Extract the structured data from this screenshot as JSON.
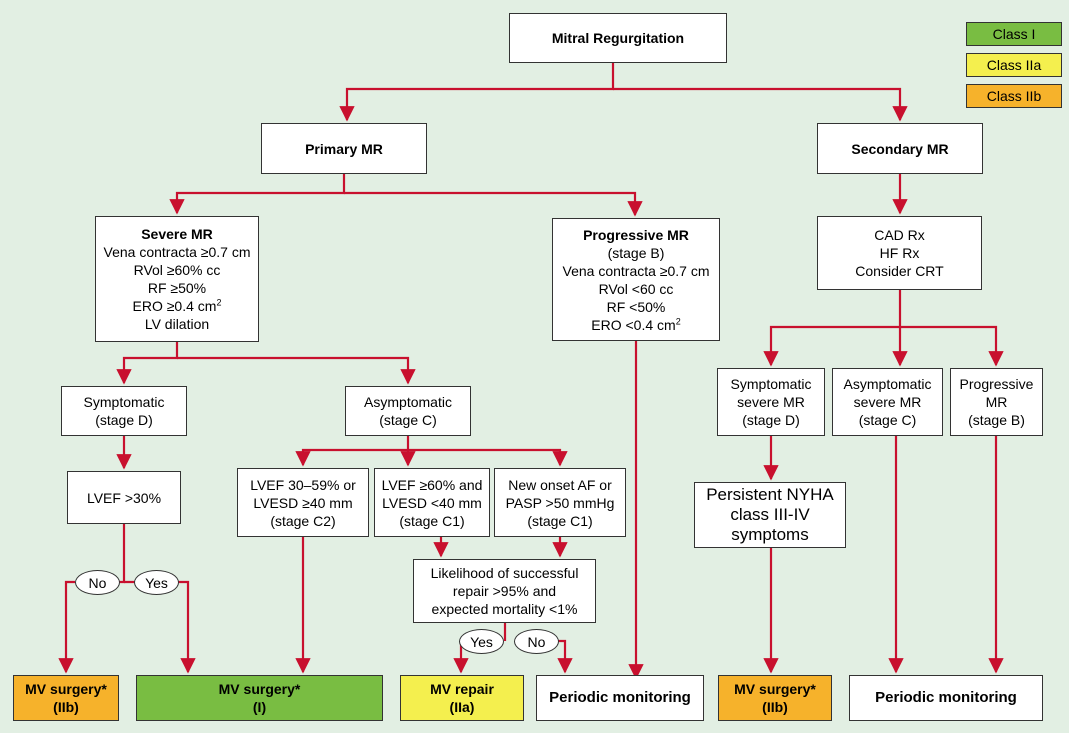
{
  "colors": {
    "wire": "#c8102e",
    "background": "#e2efe3",
    "class_I": "#79bd42",
    "class_IIa": "#f4ef4e",
    "class_IIb": "#f6b22b"
  },
  "legend": {
    "class_I": "Class I",
    "class_IIa": "Class IIa",
    "class_IIb": "Class IIb"
  },
  "root": "Mitral Regurgitation",
  "primary": "Primary MR",
  "secondary": "Secondary MR",
  "severe": {
    "title": "Severe MR",
    "l1": "Vena contracta ≥0.7 cm",
    "l2": "RVol ≥60% cc",
    "l3": "RF ≥50%",
    "l4": "ERO ≥0.4 cm",
    "l4_sup": "2",
    "l5": "LV dilation"
  },
  "progressive": {
    "title": "Progressive MR",
    "l1": "(stage B)",
    "l2": "Vena contracta ≥0.7 cm",
    "l3": "RVol <60 cc",
    "l4": "RF <50%",
    "l5": "ERO <0.4 cm",
    "l5_sup": "2"
  },
  "secondary_rx": {
    "l1": "CAD Rx",
    "l2": "HF Rx",
    "l3": "Consider CRT"
  },
  "symptomatic_d": {
    "l1": "Symptomatic",
    "l2": "(stage D)"
  },
  "asymptomatic_c": {
    "l1": "Asymptomatic",
    "l2": "(stage C)"
  },
  "lvef30": "LVEF >30%",
  "c2": {
    "l1": "LVEF 30–59% or",
    "l2": "LVESD ≥40 mm",
    "l3": "(stage C2)"
  },
  "c1a": {
    "l1": "LVEF ≥60% and",
    "l2": "LVESD <40 mm",
    "l3": "(stage C1)"
  },
  "c1b": {
    "l1": "New onset AF or",
    "l2": "PASP >50 mmHg",
    "l3": "(stage C1)"
  },
  "likelihood": {
    "l1": "Likelihood of successful",
    "l2": "repair >95% and",
    "l3": "expected mortality <1%"
  },
  "sec_symptomatic": {
    "l1": "Symptomatic",
    "l2": "severe MR",
    "l3": "(stage D)"
  },
  "sec_asymptomatic": {
    "l1": "Asymptomatic",
    "l2": "severe MR",
    "l3": "(stage C)"
  },
  "sec_progressive": {
    "l1": "Progressive",
    "l2": "MR",
    "l3": "(stage B)"
  },
  "nyha": {
    "l1": "Persistent NYHA",
    "l2": "class III-IV",
    "l3": "symptoms"
  },
  "ovals": {
    "no1": "No",
    "yes1": "Yes",
    "yes2": "Yes",
    "no2": "No"
  },
  "outcomes": {
    "o1": {
      "l1": "MV surgery*",
      "l2": "(IIb)"
    },
    "o2": {
      "l1": "MV surgery*",
      "l2": "(I)"
    },
    "o3": {
      "l1": "MV repair",
      "l2": "(IIa)"
    },
    "o4": {
      "l1": "Periodic monitoring"
    },
    "o5": {
      "l1": "MV surgery*",
      "l2": "(IIb)"
    },
    "o6": {
      "l1": "Periodic monitoring"
    }
  }
}
